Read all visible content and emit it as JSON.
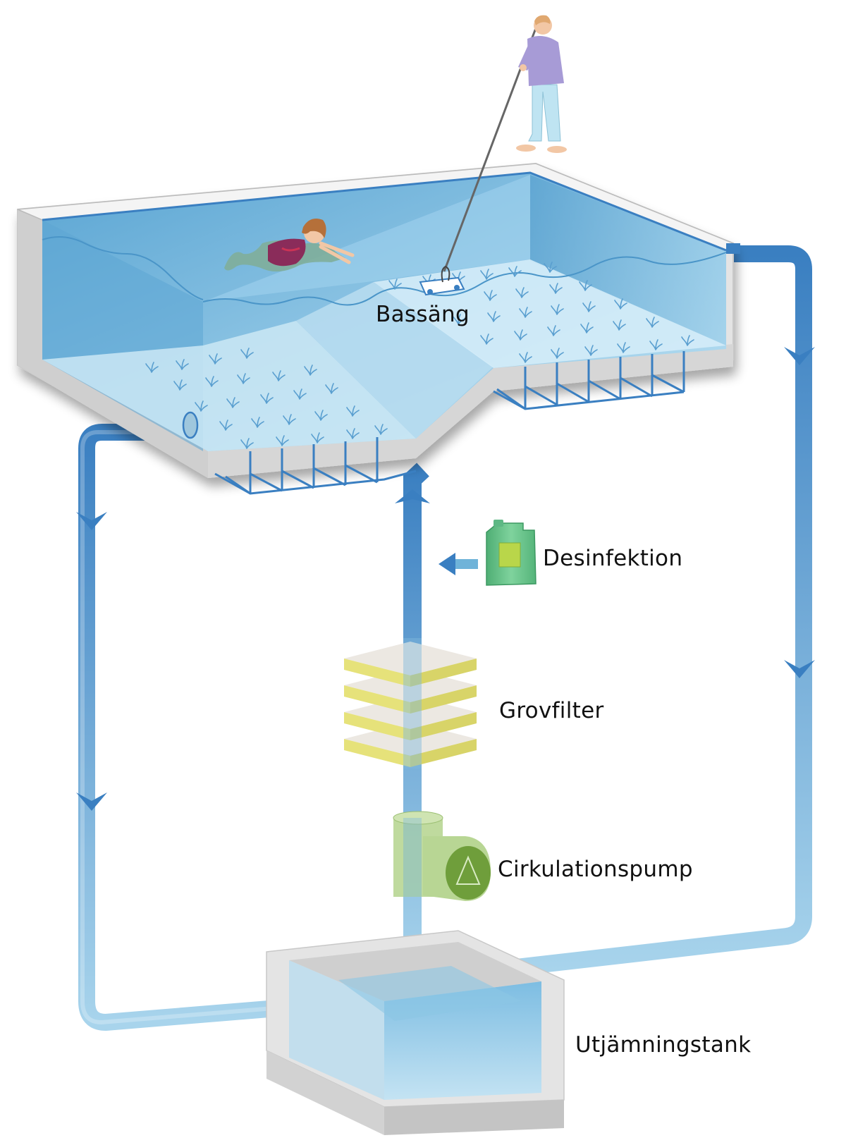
{
  "labels": {
    "pool": "Bassäng",
    "disinfection": "Desinfektion",
    "coarse_filter": "Grovfilter",
    "circulation_pump": "Cirkulationspump",
    "balance_tank": "Utjämningstank"
  },
  "colors": {
    "pipe_dark": "#3a7fc1",
    "pipe_light": "#a8d4ec",
    "water_dark": "#6fb3d9",
    "water_light": "#cfe9f6",
    "concrete": "#e4e4e4",
    "concrete_shadow": "#bdbdbd",
    "filter_yellow": "#e6e27a",
    "filter_white": "#ece8e2",
    "pump_green": "#6f9e3b",
    "pump_light": "#b8d694",
    "canister_green": "#6cc28a",
    "canister_label": "#b9d64a"
  },
  "icons": [
    "swimmer",
    "person-with-pool-vacuum",
    "pool-cleaner-robot",
    "chemical-canister",
    "pump-triangle"
  ]
}
